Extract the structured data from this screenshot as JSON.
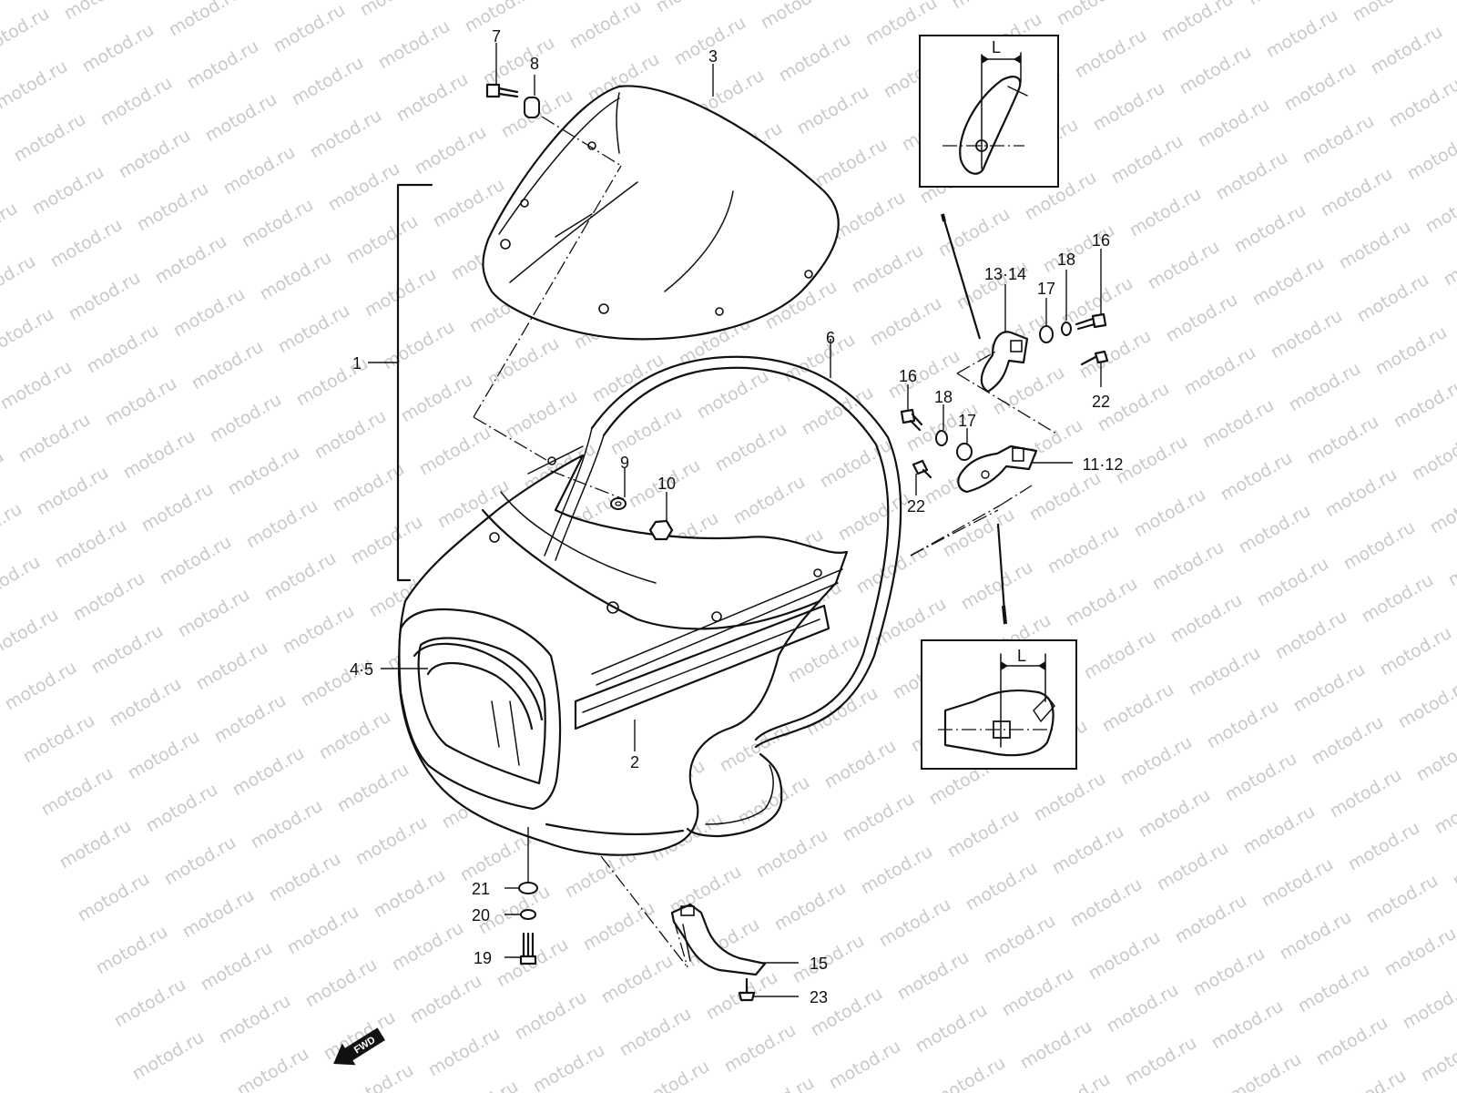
{
  "watermark": "motod.ru",
  "callouts": [
    {
      "id": "1",
      "text": "1"
    },
    {
      "id": "2",
      "text": "2"
    },
    {
      "id": "3",
      "text": "3"
    },
    {
      "id": "4-5",
      "text": "4·5"
    },
    {
      "id": "6",
      "text": "6"
    },
    {
      "id": "7",
      "text": "7"
    },
    {
      "id": "8",
      "text": "8"
    },
    {
      "id": "9",
      "text": "9"
    },
    {
      "id": "10",
      "text": "10"
    },
    {
      "id": "11-12",
      "text": "11·12"
    },
    {
      "id": "13-14",
      "text": "13·14"
    },
    {
      "id": "15",
      "text": "15"
    },
    {
      "id": "16-right",
      "text": "16"
    },
    {
      "id": "16-left",
      "text": "16"
    },
    {
      "id": "17-right",
      "text": "17"
    },
    {
      "id": "17-left",
      "text": "17"
    },
    {
      "id": "18-right",
      "text": "18"
    },
    {
      "id": "18-left",
      "text": "18"
    },
    {
      "id": "19",
      "text": "19"
    },
    {
      "id": "20",
      "text": "20"
    },
    {
      "id": "21",
      "text": "21"
    },
    {
      "id": "22-right",
      "text": "22"
    },
    {
      "id": "22-left",
      "text": "22"
    },
    {
      "id": "23",
      "text": "23"
    }
  ],
  "detail_views": {
    "top": {
      "dimension_label": "L"
    },
    "bottom": {
      "dimension_label": "L"
    }
  },
  "fwd_arrow": {
    "text": "FWD"
  }
}
